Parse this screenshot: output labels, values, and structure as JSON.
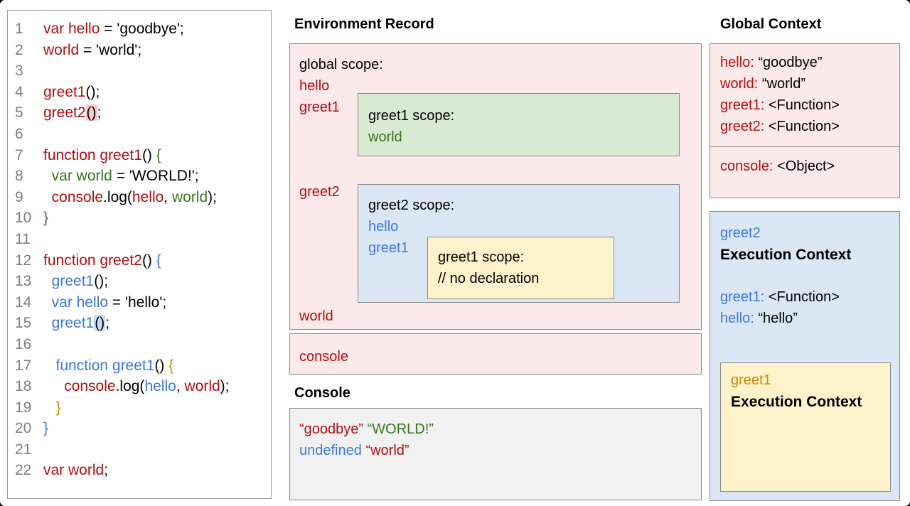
{
  "colors": {
    "red": "#b00f0f",
    "green": "#38761d",
    "blue": "#3c78d8",
    "gold": "#bf9000",
    "pink_bg": "#fce9e9",
    "green_bg": "#d9ead3",
    "blue_bg": "#dbe7f5",
    "yellow_bg": "#fdf2cc",
    "console_bg": "#f1f1f1",
    "border": "#8a8a8a"
  },
  "code_panel": {
    "lines": [
      {
        "n": "1",
        "seg": [
          [
            "red",
            "var hello"
          ],
          [
            "k",
            " = 'goodbye';"
          ]
        ]
      },
      {
        "n": "2",
        "seg": [
          [
            "red",
            "world"
          ],
          [
            "k",
            " = 'world';"
          ]
        ]
      },
      {
        "n": "3",
        "seg": []
      },
      {
        "n": "4",
        "seg": [
          [
            "red",
            "greet1"
          ],
          [
            "k",
            "();"
          ]
        ]
      },
      {
        "n": "5",
        "seg": [
          [
            "red",
            "greet2"
          ],
          [
            "k",
            "()",
            "hlp"
          ],
          [
            "k",
            ";"
          ]
        ]
      },
      {
        "n": "6",
        "seg": []
      },
      {
        "n": "7",
        "seg": [
          [
            "red",
            "function greet1"
          ],
          [
            "k",
            "() "
          ],
          [
            "green",
            "{"
          ]
        ]
      },
      {
        "n": "8",
        "seg": [
          [
            "green",
            "  var world"
          ],
          [
            "k",
            " = 'WORLD!';"
          ]
        ]
      },
      {
        "n": "9",
        "seg": [
          [
            "k",
            "  "
          ],
          [
            "red",
            "console"
          ],
          [
            "k",
            ".log("
          ],
          [
            "red",
            "hello"
          ],
          [
            "k",
            ", "
          ],
          [
            "green",
            "world"
          ],
          [
            "k",
            ");"
          ]
        ]
      },
      {
        "n": "10",
        "seg": [
          [
            "green",
            "}"
          ]
        ]
      },
      {
        "n": "11",
        "seg": []
      },
      {
        "n": "12",
        "seg": [
          [
            "red",
            "function greet2"
          ],
          [
            "k",
            "() "
          ],
          [
            "blue",
            "{"
          ]
        ]
      },
      {
        "n": "13",
        "seg": [
          [
            "blue",
            "  greet1"
          ],
          [
            "k",
            "();"
          ]
        ]
      },
      {
        "n": "14",
        "seg": [
          [
            "blue",
            "  var hello"
          ],
          [
            "k",
            " = 'hello';"
          ]
        ]
      },
      {
        "n": "15",
        "seg": [
          [
            "blue",
            "  greet1"
          ],
          [
            "k",
            "()",
            "hlb"
          ],
          [
            "k",
            ";"
          ]
        ]
      },
      {
        "n": "16",
        "seg": []
      },
      {
        "n": "17",
        "seg": [
          [
            "blue",
            "   function greet1"
          ],
          [
            "k",
            "() "
          ],
          [
            "gold",
            "{"
          ]
        ]
      },
      {
        "n": "18",
        "seg": [
          [
            "k",
            "     "
          ],
          [
            "red",
            "console"
          ],
          [
            "k",
            ".log("
          ],
          [
            "blue",
            "hello"
          ],
          [
            "k",
            ", "
          ],
          [
            "red",
            "world"
          ],
          [
            "k",
            ");"
          ]
        ]
      },
      {
        "n": "19",
        "seg": [
          [
            "gold",
            "   }"
          ]
        ]
      },
      {
        "n": "20",
        "seg": [
          [
            "blue",
            "}"
          ]
        ]
      },
      {
        "n": "21",
        "seg": []
      },
      {
        "n": "22",
        "seg": [
          [
            "red",
            "var world"
          ],
          [
            "k",
            ";"
          ]
        ]
      }
    ]
  },
  "env_record": {
    "title": "Environment Record",
    "global_scope_label": "global scope:",
    "var_hello": "hello",
    "var_greet1": "greet1",
    "var_greet2": "greet2",
    "var_world": "world",
    "console_label": "console",
    "greet1_scope": {
      "title": "greet1 scope:",
      "var_world": "world"
    },
    "greet2_scope": {
      "title": "greet2 scope:",
      "var_hello": "hello",
      "var_greet1": "greet1",
      "inner_greet1_scope": {
        "title": "greet1 scope:",
        "comment": "// no declaration"
      }
    }
  },
  "console_panel": {
    "title": "Console",
    "lines": [
      [
        [
          "red",
          "“goodbye”"
        ],
        [
          "k",
          " "
        ],
        [
          "green",
          "“WORLD!”"
        ]
      ],
      [
        [
          "blue",
          "undefined"
        ],
        [
          "k",
          " "
        ],
        [
          "red",
          "“world”"
        ]
      ]
    ]
  },
  "global_context": {
    "title": "Global Context",
    "rows": [
      [
        [
          "red",
          "hello:"
        ],
        [
          "k",
          " “goodbye”"
        ]
      ],
      [
        [
          "red",
          "world:"
        ],
        [
          "k",
          " “world”"
        ]
      ],
      [
        [
          "red",
          "greet1:"
        ],
        [
          "k",
          " <Function>"
        ]
      ],
      [
        [
          "red",
          "greet2:"
        ],
        [
          "k",
          " <Function>"
        ]
      ]
    ],
    "console_row": [
      [
        "red",
        "console:"
      ],
      [
        "k",
        " <Object>"
      ]
    ]
  },
  "greet2_context": {
    "name": "greet2",
    "subtitle": "Execution Context",
    "rows": [
      [
        [
          "blue",
          "greet1:"
        ],
        [
          "k",
          " <Function>"
        ]
      ],
      [
        [
          "blue",
          "hello:"
        ],
        [
          "k",
          " “hello”"
        ]
      ]
    ],
    "greet1_context": {
      "name": "greet1",
      "subtitle": "Execution Context"
    }
  }
}
